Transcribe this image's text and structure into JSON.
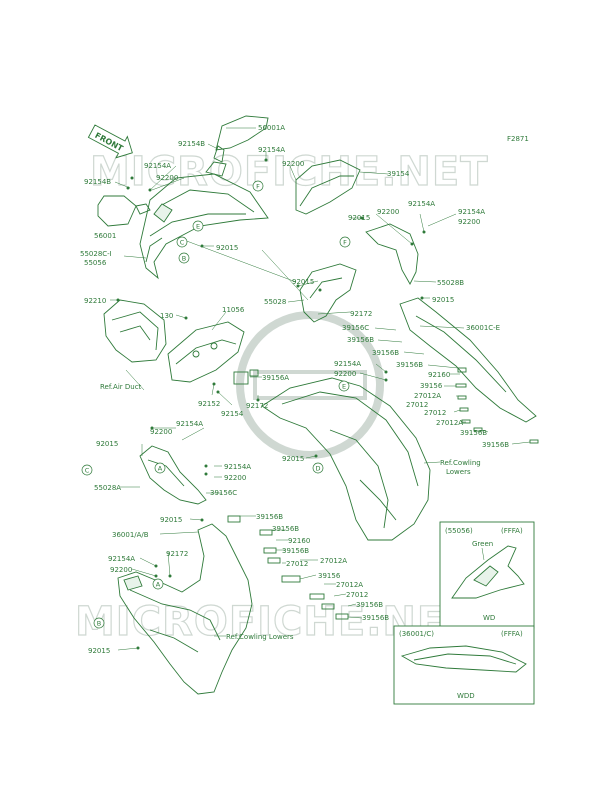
{
  "figure_code": "F2871",
  "front_label": "FRONT",
  "watermark_text": "MICROFICHE.NET",
  "colors": {
    "line": "#2f7a3a",
    "watermark": "#cfd8d2",
    "fill": "#e8f3ea"
  },
  "part_labels": {
    "p56001A": "56001A",
    "p92154B_top": "92154B",
    "p92154A_a": "92154A",
    "p92154A_b": "92154A",
    "p92200_a": "92200",
    "p92200_b": "92200",
    "p92154B_left": "92154B",
    "p56001": "56001",
    "p55028C": "55028C-I",
    "p55056": "55056",
    "p92015_a": "92015",
    "p39154": "39154",
    "p92015_b": "92015",
    "p92200_c": "92200",
    "p92154A_c": "92154A",
    "p92154A_d": "92154A",
    "p92200_d": "92200",
    "p92015_c": "92015",
    "p55028": "55028",
    "p55028B": "55028B",
    "p92015_d": "92015",
    "p92172_a": "92172",
    "p92210": "92210",
    "p130": "130",
    "p11056": "11056",
    "p36001CE": "36001C-E",
    "p39156C_a": "39156C",
    "p39156B_a": "39156B",
    "p39156B_b": "39156B",
    "p92154A_e": "92154A",
    "p92200_e": "92200",
    "p39156B_c": "39156B",
    "p92160_a": "92160",
    "p39156_a": "39156",
    "p27012A_a": "27012A",
    "p27012_a": "27012",
    "p27012_b": "27012",
    "p27012A_b": "27012A",
    "p39156B_d": "39156B",
    "p39156B_e": "39156B",
    "p39156A": "39156A",
    "p92152": "92152",
    "p92154": "92154",
    "p92172_b": "92172",
    "ref_air_duct": "Ref.Air Duct",
    "p92015_e": "92015",
    "p92200_f": "92200",
    "p92154A_f": "92154A",
    "p92015_f": "92015",
    "ref_cowling_lowers_a": "Ref.Cowling",
    "ref_cowling_lowers_b": "Lowers",
    "p92154A_g": "92154A",
    "p92200_g": "92200",
    "p55028A": "55028A",
    "p39156C_b": "39156C",
    "p39156B_f": "39156B",
    "p39156B_g": "39156B",
    "p92015_g": "92015",
    "p36001AB": "36001/A/B",
    "p92160_b": "92160",
    "p39156B_h": "39156B",
    "p27012A_c": "27012A",
    "p92154A_h": "92154A",
    "p92172_c": "92172",
    "p27012_c": "27012",
    "p92200_h": "92200",
    "p39156_b": "39156",
    "p27012A_d": "27012A",
    "p27012_d": "27012",
    "p39156B_i": "39156B",
    "p39156B_j": "39156B",
    "ref_cowling_lowers_c": "Ref.Cowling Lowers",
    "p92015_h": "92015"
  },
  "circle_tags": {
    "A": "A",
    "B": "B",
    "C": "C",
    "D": "D",
    "E": "E",
    "F": "F"
  },
  "inset_top": {
    "part": "(55056)",
    "code": "(FFFA)",
    "color_label": "Green",
    "variant": "WD"
  },
  "inset_bottom": {
    "part": "(36001/C)",
    "code": "(FFFA)",
    "variant": "WDD"
  }
}
